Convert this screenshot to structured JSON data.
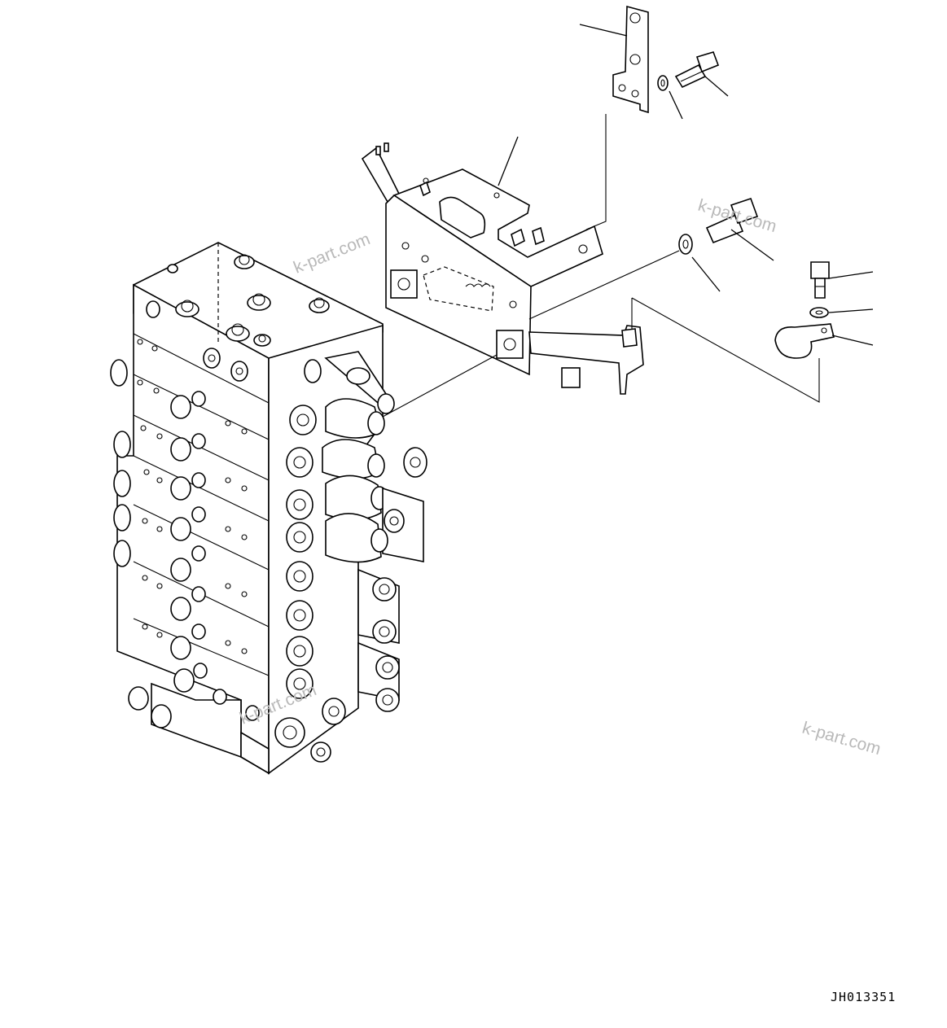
{
  "drawing": {
    "code": "JH013351",
    "watermarks": [
      "k-part.com",
      "k-part.com",
      "k-part.com",
      "k-part.com"
    ]
  }
}
